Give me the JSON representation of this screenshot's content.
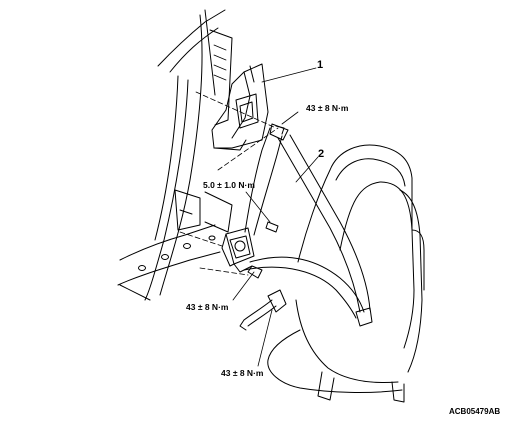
{
  "callouts": {
    "part_1": "1",
    "part_2": "2"
  },
  "torques": {
    "upper_anchor": "43 ± 8 N·m",
    "retractor_bolt": "5.0 ± 1.0 N·m",
    "lower_anchor": "43 ± 8 N·m",
    "floor_anchor": "43 ± 8 N·m"
  },
  "figure_code": "ACB05479AB"
}
